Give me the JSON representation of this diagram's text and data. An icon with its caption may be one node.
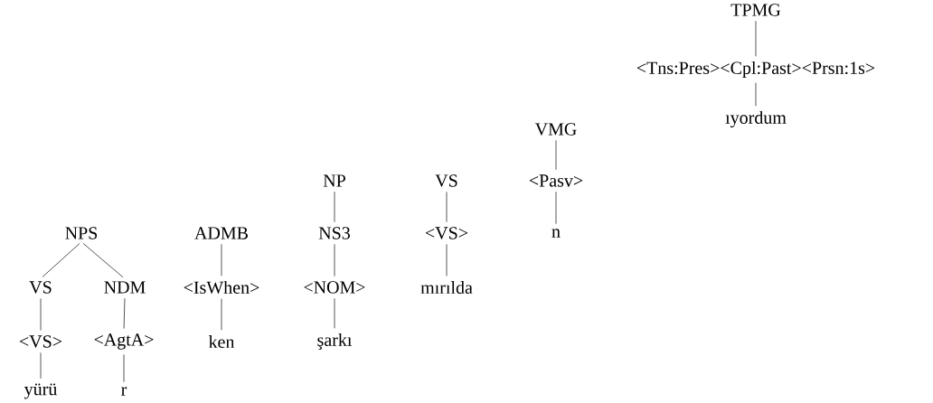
{
  "diagram": {
    "nodes": [
      {
        "text": [
          "NPS"
        ]
      },
      {
        "text": [
          "VS"
        ]
      },
      {
        "text": [
          "NDM"
        ]
      },
      {
        "text": [
          "<VS>"
        ]
      },
      {
        "text": [
          "<AgtA>"
        ]
      },
      {
        "text": [
          "yürü"
        ]
      },
      {
        "text": [
          "r"
        ]
      },
      {
        "text": [
          "ADMB"
        ]
      },
      {
        "text": [
          "<IsWhen>"
        ]
      },
      {
        "text": [
          "ken"
        ]
      },
      {
        "text": [
          "NP"
        ]
      },
      {
        "text": [
          "NS3"
        ]
      },
      {
        "text": [
          "<NOM>"
        ]
      },
      {
        "text": [
          "şarkı"
        ]
      },
      {
        "text": [
          "VS"
        ]
      },
      {
        "text": [
          "<VS>"
        ]
      },
      {
        "text": [
          "mırılda"
        ]
      },
      {
        "text": [
          "VMG"
        ]
      },
      {
        "text": [
          "<Pasv>"
        ]
      },
      {
        "text": [
          "n"
        ]
      },
      {
        "text": [
          "TPMG"
        ]
      },
      {
        "text": [
          "<Tns:Pres><Cpl:Past><Prsn:1s>"
        ]
      },
      {
        "text": [
          "ıyordum"
        ]
      }
    ],
    "edges": [
      {
        "from": 0,
        "to": 1,
        "arrow": "none"
      },
      {
        "from": 0,
        "to": 2,
        "arrow": "none"
      },
      {
        "from": 1,
        "to": 3,
        "arrow": "none"
      },
      {
        "from": 2,
        "to": 4,
        "arrow": "none"
      },
      {
        "from": 3,
        "to": 5,
        "arrow": "none"
      },
      {
        "from": 4,
        "to": 6,
        "arrow": "none"
      },
      {
        "from": 7,
        "to": 8,
        "arrow": "none"
      },
      {
        "from": 8,
        "to": 9,
        "arrow": "none"
      },
      {
        "from": 10,
        "to": 11,
        "arrow": "none"
      },
      {
        "from": 11,
        "to": 12,
        "arrow": "none"
      },
      {
        "from": 12,
        "to": 13,
        "arrow": "none"
      },
      {
        "from": 14,
        "to": 15,
        "arrow": "none"
      },
      {
        "from": 15,
        "to": 16,
        "arrow": "none"
      },
      {
        "from": 17,
        "to": 18,
        "arrow": "none"
      },
      {
        "from": 18,
        "to": 19,
        "arrow": "none"
      },
      {
        "from": 20,
        "to": 21,
        "arrow": "none"
      },
      {
        "from": 21,
        "to": 22,
        "arrow": "none"
      }
    ]
  }
}
